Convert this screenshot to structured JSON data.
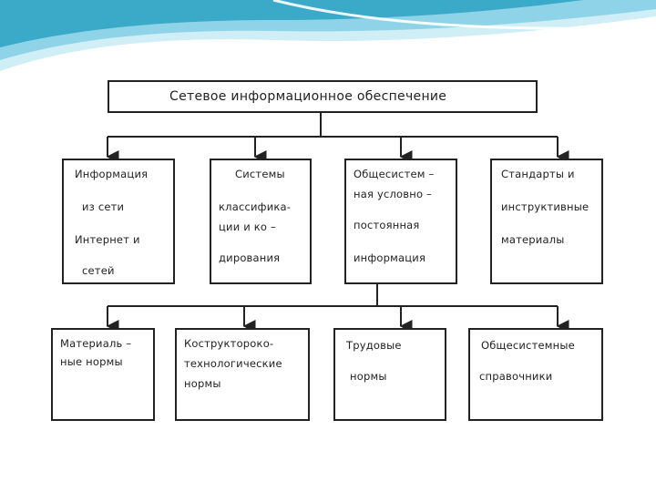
{
  "colors": {
    "swoosh_light": "#cfeef6",
    "swoosh_mid": "#8fd3e8",
    "swoosh_dark": "#3ba9c8",
    "line": "#222222"
  },
  "diagram": {
    "root": "Сетевое  информационное  обеспечение",
    "level1": [
      {
        "lines": [
          "Информация",
          "из сети",
          "Интернет  и",
          "сетей"
        ]
      },
      {
        "lines": [
          "Системы",
          "классифика-",
          "ции  и  ко –",
          "дирования"
        ]
      },
      {
        "lines": [
          "Общесистем –",
          "ная  условно –",
          "постоянная",
          "информация"
        ]
      },
      {
        "lines": [
          "Стандарты  и",
          "инструктивные",
          "материалы"
        ]
      }
    ],
    "level2": [
      {
        "lines": [
          "Материаль –",
          "ные  нормы"
        ]
      },
      {
        "lines": [
          "Коструктороко-",
          "технологические",
          "нормы"
        ]
      },
      {
        "lines": [
          "Трудовые",
          "нормы"
        ]
      },
      {
        "lines": [
          "Общесистемные",
          "справочники"
        ]
      }
    ]
  }
}
